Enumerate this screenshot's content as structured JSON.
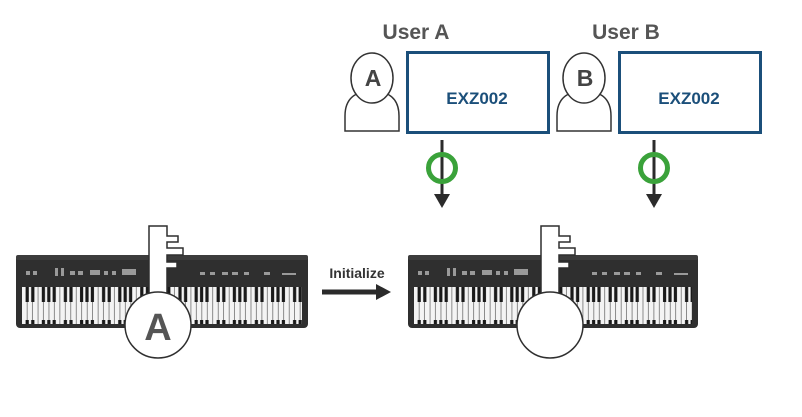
{
  "users": [
    {
      "heading": "User A",
      "avatar_letter": "A",
      "screen_text": "EXZ002"
    },
    {
      "heading": "User B",
      "avatar_letter": "B",
      "screen_text": "EXZ002"
    }
  ],
  "arrow_label": "Initialize",
  "key_letter": "A",
  "colors": {
    "accent_blue": "#1b4f7a",
    "ok_green": "#3aa23a",
    "arrow_dark": "#2b2b2b",
    "piano_body": "#2f2f2f"
  },
  "icons": [
    "user-icon",
    "screen-icon",
    "check-ring-icon",
    "down-arrow-icon",
    "piano-icon",
    "key-icon",
    "right-arrow-icon"
  ]
}
